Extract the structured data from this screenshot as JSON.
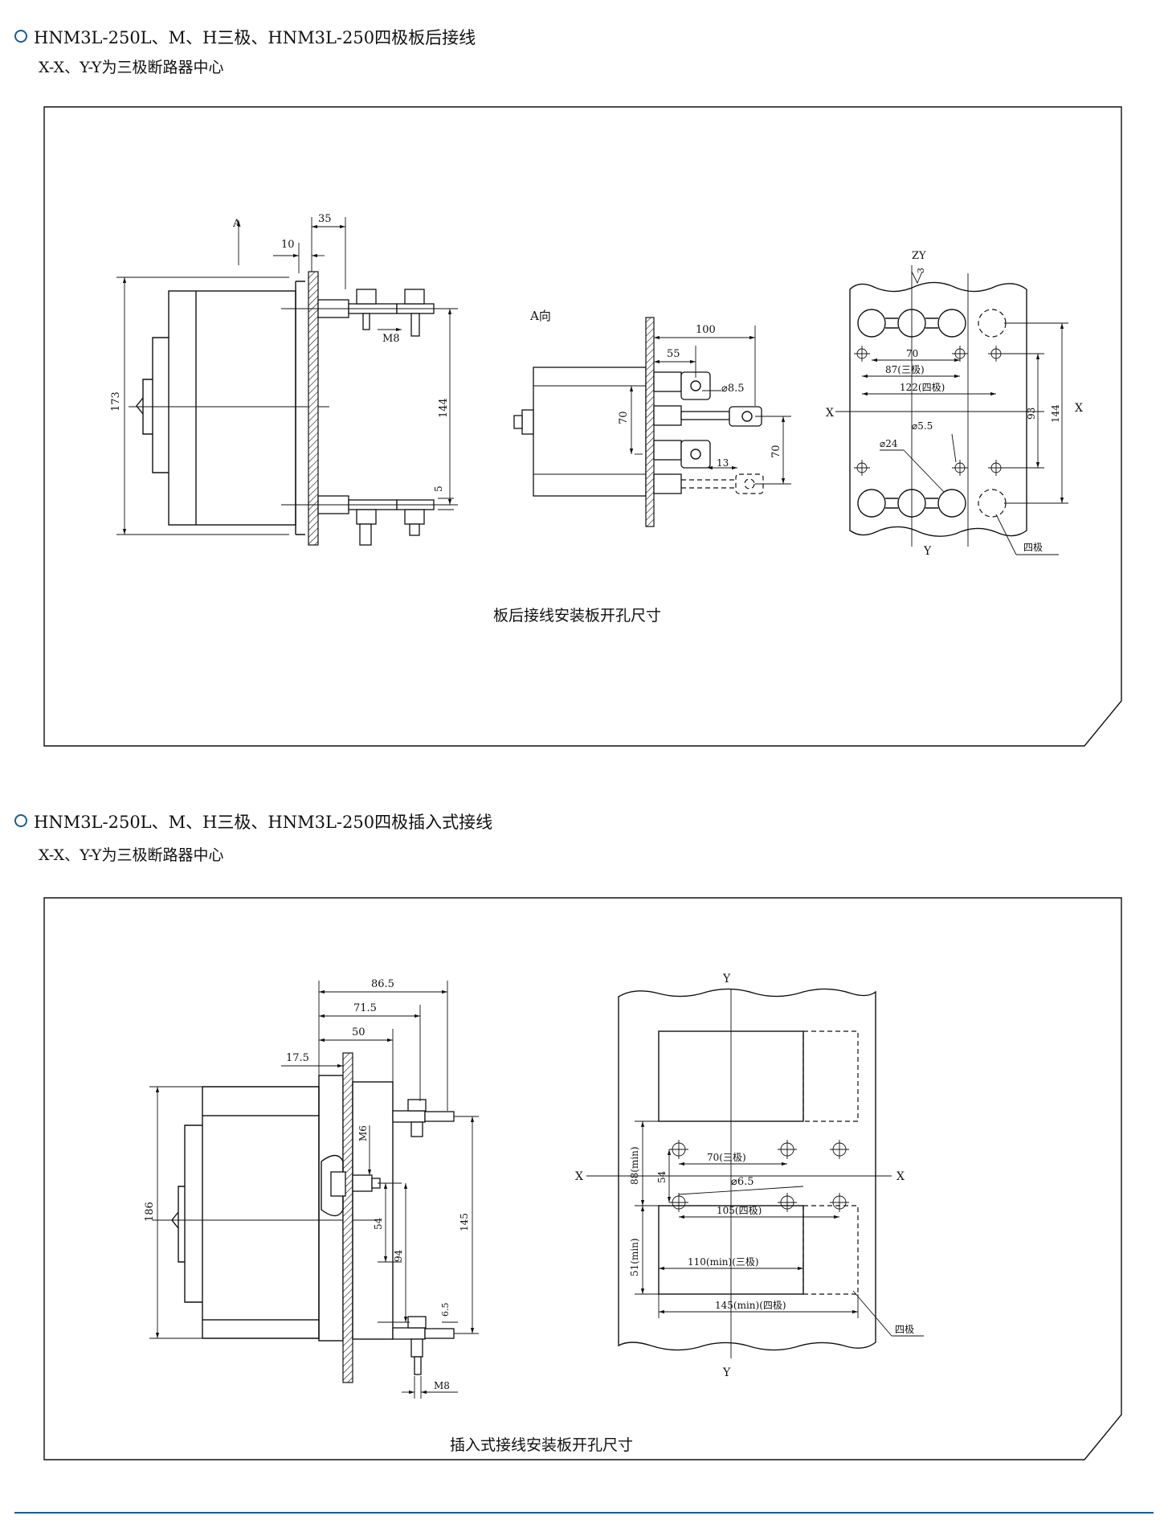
{
  "section1": {
    "title": "HNM3L-250L、M、H三极、HNM3L-250四极板后接线",
    "subtitle": "X-X、Y-Y为三极断路器中心",
    "side_view": {
      "arrow_label": "A",
      "dim_35": "35",
      "dim_10": "10",
      "dim_173": "173",
      "dim_m8": "M8",
      "dim_144": "144",
      "dim_5": "5"
    },
    "a_view": {
      "label": "A向",
      "dim_100": "100",
      "dim_55": "55",
      "dim_d85": "⌀8.5",
      "dim_70a": "70",
      "dim_70b": "70",
      "dim_13": "13"
    },
    "cutout": {
      "zy": "ZY",
      "dim_3": "3",
      "dim_70": "70",
      "dim_87": "87(三极)",
      "dim_122": "122(四极)",
      "x_left": "X",
      "x_right": "X",
      "dim_93": "93",
      "dim_144": "144",
      "dim_d55": "⌀5.5",
      "dim_d24": "⌀24",
      "y_bottom": "Y",
      "four_pole": "四极"
    },
    "caption": "板后接线安装板开孔尺寸"
  },
  "section2": {
    "title": "HNM3L-250L、M、H三极、HNM3L-250四极插入式接线",
    "subtitle": "X-X、Y-Y为三极断路器中心",
    "side_view": {
      "dim_865": "86.5",
      "dim_715": "71.5",
      "dim_50": "50",
      "dim_175": "17.5",
      "dim_186": "186",
      "dim_m6": "M6",
      "dim_54": "54",
      "dim_94": "94",
      "dim_145": "145",
      "dim_65": "6.5",
      "dim_m8": "M8"
    },
    "cutout": {
      "y_top": "Y",
      "y_bottom": "Y",
      "x_left": "X",
      "x_right": "X",
      "dim_70": "70(三极)",
      "dim_d65": "⌀6.5",
      "dim_105": "105(四极)",
      "dim_88": "88(min)",
      "dim_54": "54",
      "dim_51": "51(min)",
      "dim_110": "110(min)(三极)",
      "dim_145": "145(min)(四极)",
      "four_pole": "四极"
    },
    "caption": "插入式接线安装板开孔尺寸"
  }
}
